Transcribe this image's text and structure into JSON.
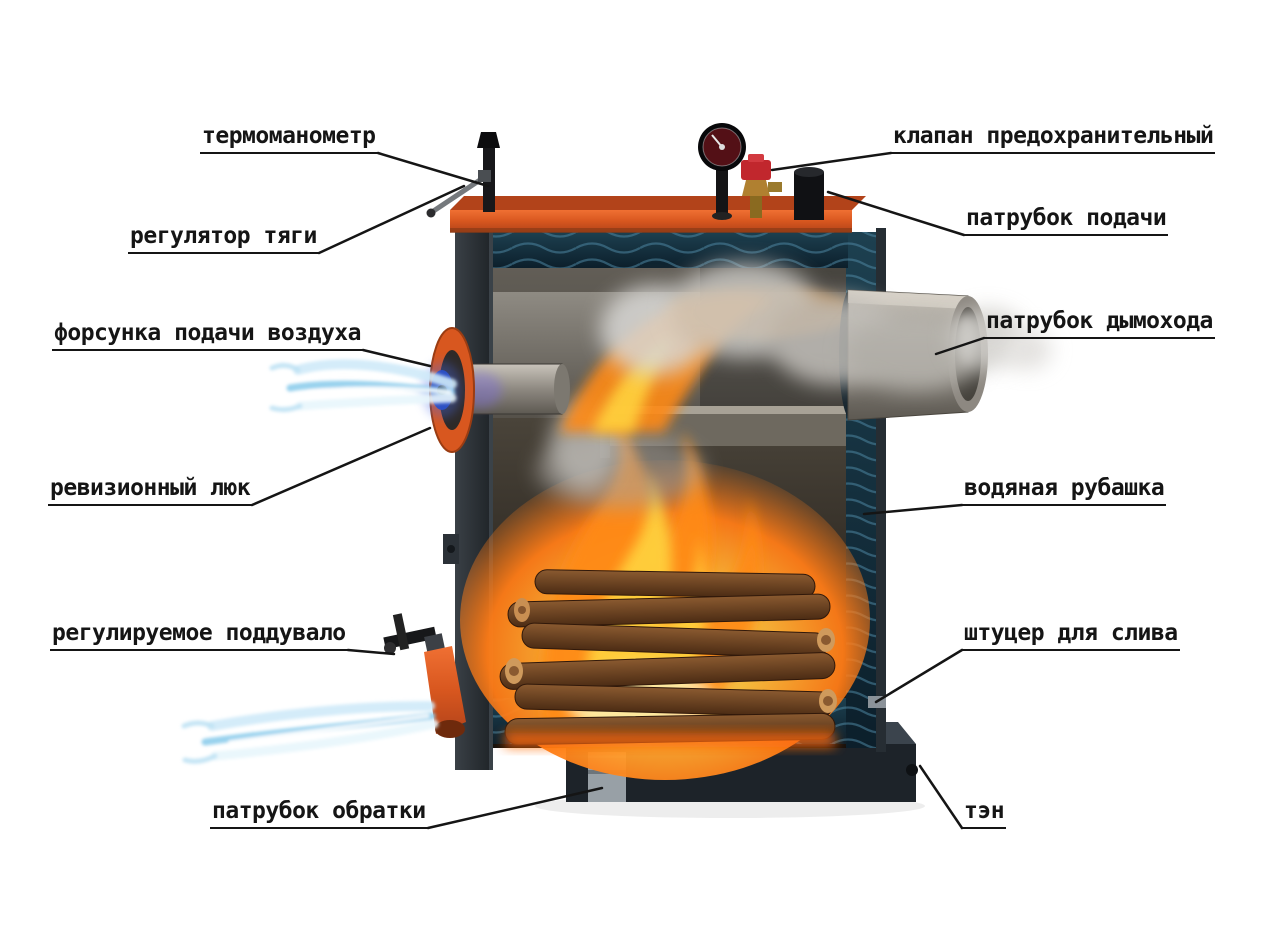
{
  "page": {
    "background": "#ffffff"
  },
  "diagram": {
    "type": "annotated-cutaway",
    "subject": "solid-fuel heating boiler cutaway with labeled parts",
    "labels": [
      {
        "id": "thermomanometer",
        "text": "термоманометр",
        "side": "left"
      },
      {
        "id": "safety-valve",
        "text": "клапан предохранительный",
        "side": "right"
      },
      {
        "id": "draft-regulator",
        "text": "регулятор тяги",
        "side": "left"
      },
      {
        "id": "supply-pipe",
        "text": "патрубок подачи",
        "side": "right"
      },
      {
        "id": "air-supply-nozzle",
        "text": "форсунка подачи воздуха",
        "side": "left"
      },
      {
        "id": "chimney-pipe",
        "text": "патрубок дымохода",
        "side": "right"
      },
      {
        "id": "inspection-hatch",
        "text": "ревизионный люк",
        "side": "left"
      },
      {
        "id": "water-jacket",
        "text": "водяная рубашка",
        "side": "right"
      },
      {
        "id": "adjustable-blower",
        "text": "регулируемое поддувало",
        "side": "left"
      },
      {
        "id": "drain-fitting",
        "text": "штуцер для слива",
        "side": "right"
      },
      {
        "id": "return-pipe",
        "text": "патрубок обратки",
        "side": "left"
      },
      {
        "id": "heating-element",
        "text": "тэн",
        "side": "right"
      }
    ],
    "colors": {
      "label_text": "#151515",
      "leader_line": "#151515",
      "boiler_top_accent": "#d8571f",
      "water_jacket": "#123445",
      "outer_shell": "#2a3036",
      "fire_orange": "#ff8a12",
      "fire_yellow": "#ffd23e",
      "smoke": "#c9c7c3",
      "air_flow_blue": "#8ecdec",
      "logs_brown": "#6b4322"
    }
  }
}
